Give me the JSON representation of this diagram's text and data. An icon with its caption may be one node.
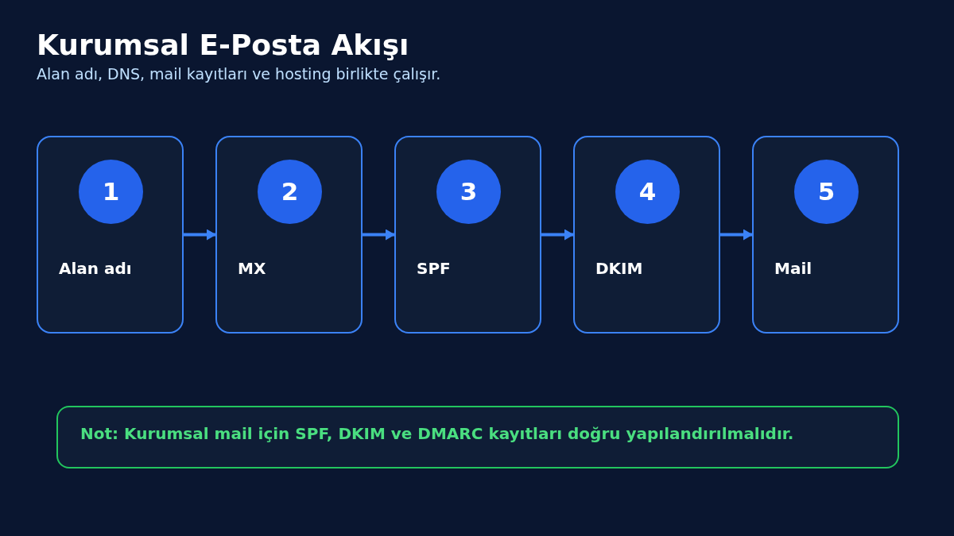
{
  "diagram": {
    "title": "Kurumsal E-Posta Akışı",
    "nodes": [
      {
        "text": [
          "Alan adı"
        ]
      },
      {
        "text": [
          "1"
        ],
        "in": 0
      },
      {
        "text": [
          "MX"
        ]
      },
      {
        "text": [
          "2"
        ],
        "in": 2
      },
      {
        "text": [
          "SPF"
        ]
      },
      {
        "text": [
          "3"
        ],
        "in": 4
      },
      {
        "text": [
          "DKIM"
        ]
      },
      {
        "text": [
          "4"
        ],
        "in": 6
      },
      {
        "text": [
          "Mail"
        ]
      },
      {
        "text": [
          "5"
        ],
        "in": 8
      },
      {
        "text": [
          "Not: Kurumsal mail için SPF, DKIM ve DMARC kayıtları doğru yapılandırılmalıdır."
        ]
      }
    ],
    "edges": [
      {
        "from": 0,
        "to": 2,
        "arrow": "to"
      },
      {
        "from": 2,
        "to": 4,
        "arrow": "to"
      },
      {
        "from": 4,
        "to": 6,
        "arrow": "to"
      },
      {
        "from": 6,
        "to": 8,
        "arrow": "to"
      }
    ],
    "labels": [
      "Alan adı, DNS, mail kayıtları ve hosting birlikte çalışır."
    ]
  }
}
